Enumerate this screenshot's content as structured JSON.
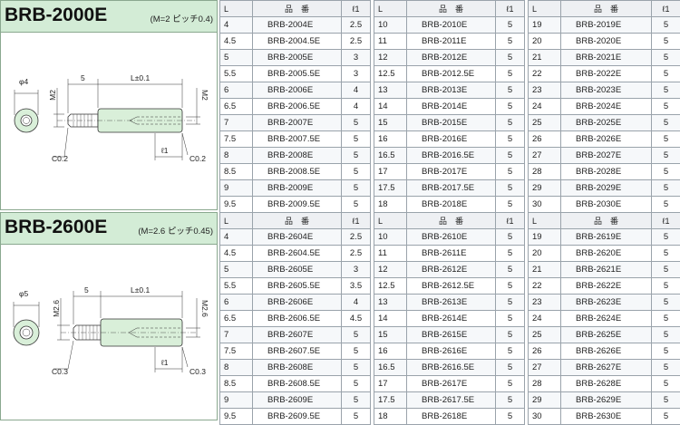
{
  "sections": [
    {
      "title": "BRB-2000E",
      "subtitle": "(M=2 ピッチ0.4)",
      "drawing": {
        "diameter": "φ4",
        "thread_label": "M2",
        "thread_label_right": "M2",
        "length_5": "5",
        "length_L": "L±0.1",
        "chamfer_left": "C0.2",
        "chamfer_right": "C0.2",
        "l1": "ℓ1"
      },
      "headers": {
        "L": "L",
        "part": "品　番",
        "l1": "ℓ1"
      },
      "tables": [
        [
          [
            "4",
            "BRB-2004E",
            "2.5"
          ],
          [
            "4.5",
            "BRB-2004.5E",
            "2.5"
          ],
          [
            "5",
            "BRB-2005E",
            "3"
          ],
          [
            "5.5",
            "BRB-2005.5E",
            "3"
          ],
          [
            "6",
            "BRB-2006E",
            "4"
          ],
          [
            "6.5",
            "BRB-2006.5E",
            "4"
          ],
          [
            "7",
            "BRB-2007E",
            "5"
          ],
          [
            "7.5",
            "BRB-2007.5E",
            "5"
          ],
          [
            "8",
            "BRB-2008E",
            "5"
          ],
          [
            "8.5",
            "BRB-2008.5E",
            "5"
          ],
          [
            "9",
            "BRB-2009E",
            "5"
          ],
          [
            "9.5",
            "BRB-2009.5E",
            "5"
          ]
        ],
        [
          [
            "10",
            "BRB-2010E",
            "5"
          ],
          [
            "11",
            "BRB-2011E",
            "5"
          ],
          [
            "12",
            "BRB-2012E",
            "5"
          ],
          [
            "12.5",
            "BRB-2012.5E",
            "5"
          ],
          [
            "13",
            "BRB-2013E",
            "5"
          ],
          [
            "14",
            "BRB-2014E",
            "5"
          ],
          [
            "15",
            "BRB-2015E",
            "5"
          ],
          [
            "16",
            "BRB-2016E",
            "5"
          ],
          [
            "16.5",
            "BRB-2016.5E",
            "5"
          ],
          [
            "17",
            "BRB-2017E",
            "5"
          ],
          [
            "17.5",
            "BRB-2017.5E",
            "5"
          ],
          [
            "18",
            "BRB-2018E",
            "5"
          ]
        ],
        [
          [
            "19",
            "BRB-2019E",
            "5"
          ],
          [
            "20",
            "BRB-2020E",
            "5"
          ],
          [
            "21",
            "BRB-2021E",
            "5"
          ],
          [
            "22",
            "BRB-2022E",
            "5"
          ],
          [
            "23",
            "BRB-2023E",
            "5"
          ],
          [
            "24",
            "BRB-2024E",
            "5"
          ],
          [
            "25",
            "BRB-2025E",
            "5"
          ],
          [
            "26",
            "BRB-2026E",
            "5"
          ],
          [
            "27",
            "BRB-2027E",
            "5"
          ],
          [
            "28",
            "BRB-2028E",
            "5"
          ],
          [
            "29",
            "BRB-2029E",
            "5"
          ],
          [
            "30",
            "BRB-2030E",
            "5"
          ]
        ]
      ]
    },
    {
      "title": "BRB-2600E",
      "subtitle": "(M=2.6 ピッチ0.45)",
      "drawing": {
        "diameter": "φ5",
        "thread_label": "M2.6",
        "thread_label_right": "M2.6",
        "length_5": "5",
        "length_L": "L±0.1",
        "chamfer_left": "C0.3",
        "chamfer_right": "C0.3",
        "l1": "ℓ1"
      },
      "headers": {
        "L": "L",
        "part": "品　番",
        "l1": "ℓ1"
      },
      "tables": [
        [
          [
            "4",
            "BRB-2604E",
            "2.5"
          ],
          [
            "4.5",
            "BRB-2604.5E",
            "2.5"
          ],
          [
            "5",
            "BRB-2605E",
            "3"
          ],
          [
            "5.5",
            "BRB-2605.5E",
            "3.5"
          ],
          [
            "6",
            "BRB-2606E",
            "4"
          ],
          [
            "6.5",
            "BRB-2606.5E",
            "4.5"
          ],
          [
            "7",
            "BRB-2607E",
            "5"
          ],
          [
            "7.5",
            "BRB-2607.5E",
            "5"
          ],
          [
            "8",
            "BRB-2608E",
            "5"
          ],
          [
            "8.5",
            "BRB-2608.5E",
            "5"
          ],
          [
            "9",
            "BRB-2609E",
            "5"
          ],
          [
            "9.5",
            "BRB-2609.5E",
            "5"
          ]
        ],
        [
          [
            "10",
            "BRB-2610E",
            "5"
          ],
          [
            "11",
            "BRB-2611E",
            "5"
          ],
          [
            "12",
            "BRB-2612E",
            "5"
          ],
          [
            "12.5",
            "BRB-2612.5E",
            "5"
          ],
          [
            "13",
            "BRB-2613E",
            "5"
          ],
          [
            "14",
            "BRB-2614E",
            "5"
          ],
          [
            "15",
            "BRB-2615E",
            "5"
          ],
          [
            "16",
            "BRB-2616E",
            "5"
          ],
          [
            "16.5",
            "BRB-2616.5E",
            "5"
          ],
          [
            "17",
            "BRB-2617E",
            "5"
          ],
          [
            "17.5",
            "BRB-2617.5E",
            "5"
          ],
          [
            "18",
            "BRB-2618E",
            "5"
          ]
        ],
        [
          [
            "19",
            "BRB-2619E",
            "5"
          ],
          [
            "20",
            "BRB-2620E",
            "5"
          ],
          [
            "21",
            "BRB-2621E",
            "5"
          ],
          [
            "22",
            "BRB-2622E",
            "5"
          ],
          [
            "23",
            "BRB-2623E",
            "5"
          ],
          [
            "24",
            "BRB-2624E",
            "5"
          ],
          [
            "25",
            "BRB-2625E",
            "5"
          ],
          [
            "26",
            "BRB-2626E",
            "5"
          ],
          [
            "27",
            "BRB-2627E",
            "5"
          ],
          [
            "28",
            "BRB-2628E",
            "5"
          ],
          [
            "29",
            "BRB-2629E",
            "5"
          ],
          [
            "30",
            "BRB-2630E",
            "5"
          ]
        ]
      ]
    }
  ]
}
